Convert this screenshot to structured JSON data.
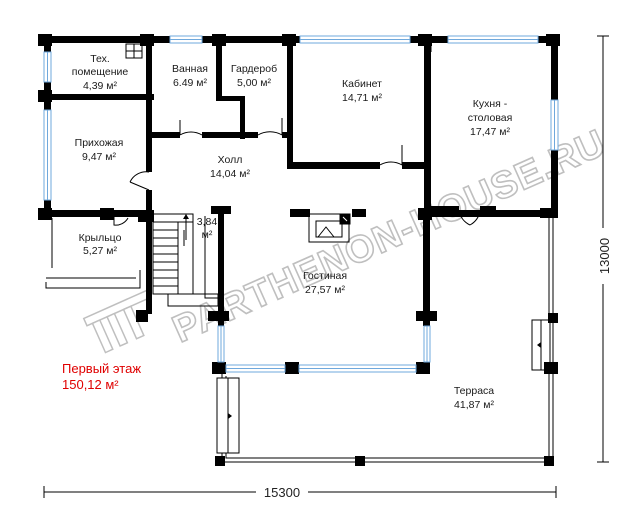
{
  "rooms": [
    {
      "key": "tech",
      "name": "Тех.\nпомещение",
      "area": "4,39 м²"
    },
    {
      "key": "bath",
      "name": "Ванная",
      "area": "6.49 м²"
    },
    {
      "key": "wardrobe",
      "name": "Гардероб",
      "area": "5,00 м²"
    },
    {
      "key": "cabinet",
      "name": "Кабинет",
      "area": "14,71 м²"
    },
    {
      "key": "kitchen",
      "name": "Кухня -\nстоловая",
      "area": "17,47 м²"
    },
    {
      "key": "hallway",
      "name": "Прихожая",
      "area": "9,47 м²"
    },
    {
      "key": "hall",
      "name": "Холл",
      "area": "14,04 м²"
    },
    {
      "key": "stair",
      "name": "",
      "area": "3,84\nм²"
    },
    {
      "key": "porch",
      "name": "Крыльцо",
      "area": "5,27 м²"
    },
    {
      "key": "living",
      "name": "Гостиная",
      "area": "27,57 м²"
    },
    {
      "key": "terrace",
      "name": "Терраса",
      "area": "41,87 м²"
    }
  ],
  "floor": {
    "title": "Первый этаж",
    "area": "150,12 м²"
  },
  "dimensions": {
    "width": "15300",
    "height": "13000"
  },
  "watermark": "PARTHENON-HOUSE.RU",
  "colors": {
    "wall": "#000000",
    "window": "#6fa8dc",
    "title": "#e00000"
  }
}
